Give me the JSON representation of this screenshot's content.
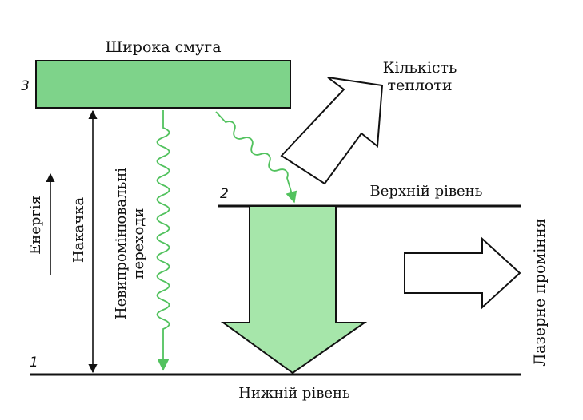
{
  "labels": {
    "wide_band": "Широка смуга",
    "heat_amount_line1": "Кількість",
    "heat_amount_line2": "теплоти",
    "upper_level": "Верхній рівень",
    "lower_level": "Нижній рівень",
    "energy": "Енергія",
    "pumping": "Накачка",
    "nonradiative_line1": "Невипромінювальні",
    "nonradiative_line2": "переходи",
    "laser_radiation": "Лазерне проміння"
  },
  "level_numbers": {
    "level3": "3",
    "level2": "2",
    "level1": "1"
  },
  "colors": {
    "band_fill": "#7ed38a",
    "arrow_fill": "#a6e6aa",
    "wave_line": "#52c25e",
    "line": "#111111"
  }
}
